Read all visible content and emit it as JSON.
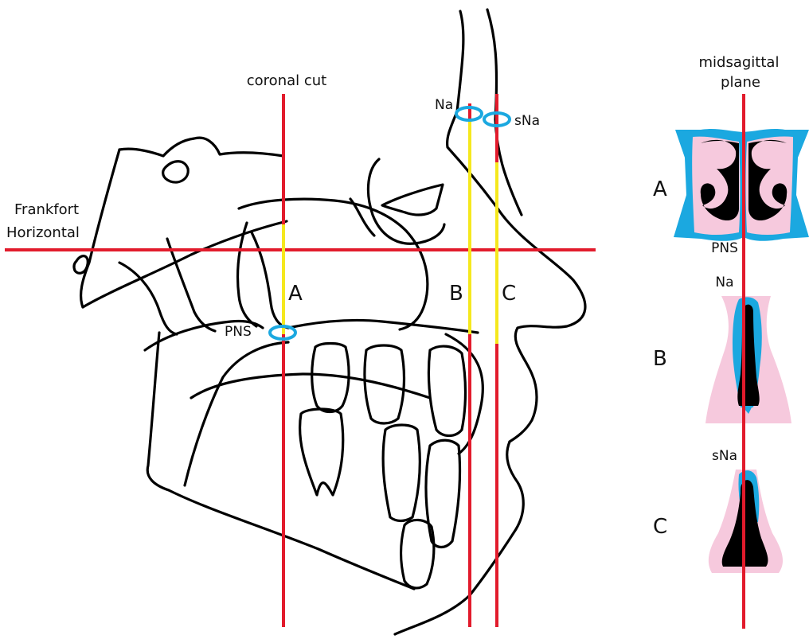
{
  "labels": {
    "coronal_cut": "coronal cut",
    "frankfort_line1": "Frankfort",
    "frankfort_line2": "Horizontal",
    "midsagittal_line1": "midsagittal",
    "midsagittal_line2": "plane",
    "cut_a": "A",
    "cut_b": "B",
    "cut_c": "C",
    "pns": "PNS",
    "na": "Na",
    "sna": "sNa"
  },
  "sections": [
    {
      "letter": "A",
      "landmark": "PNS"
    },
    {
      "letter": "B",
      "landmark": "Na"
    },
    {
      "letter": "C",
      "landmark": "sNa"
    }
  ],
  "colors": {
    "plane_line": "#e21b2c",
    "segment_highlight": "#f5e81e",
    "landmark_ring": "#1ba8e0",
    "airway_mucosa": "#1ba8e0",
    "soft_tissue": "#f6c9dd",
    "airway_lumen": "#000000",
    "outline": "#000000"
  }
}
